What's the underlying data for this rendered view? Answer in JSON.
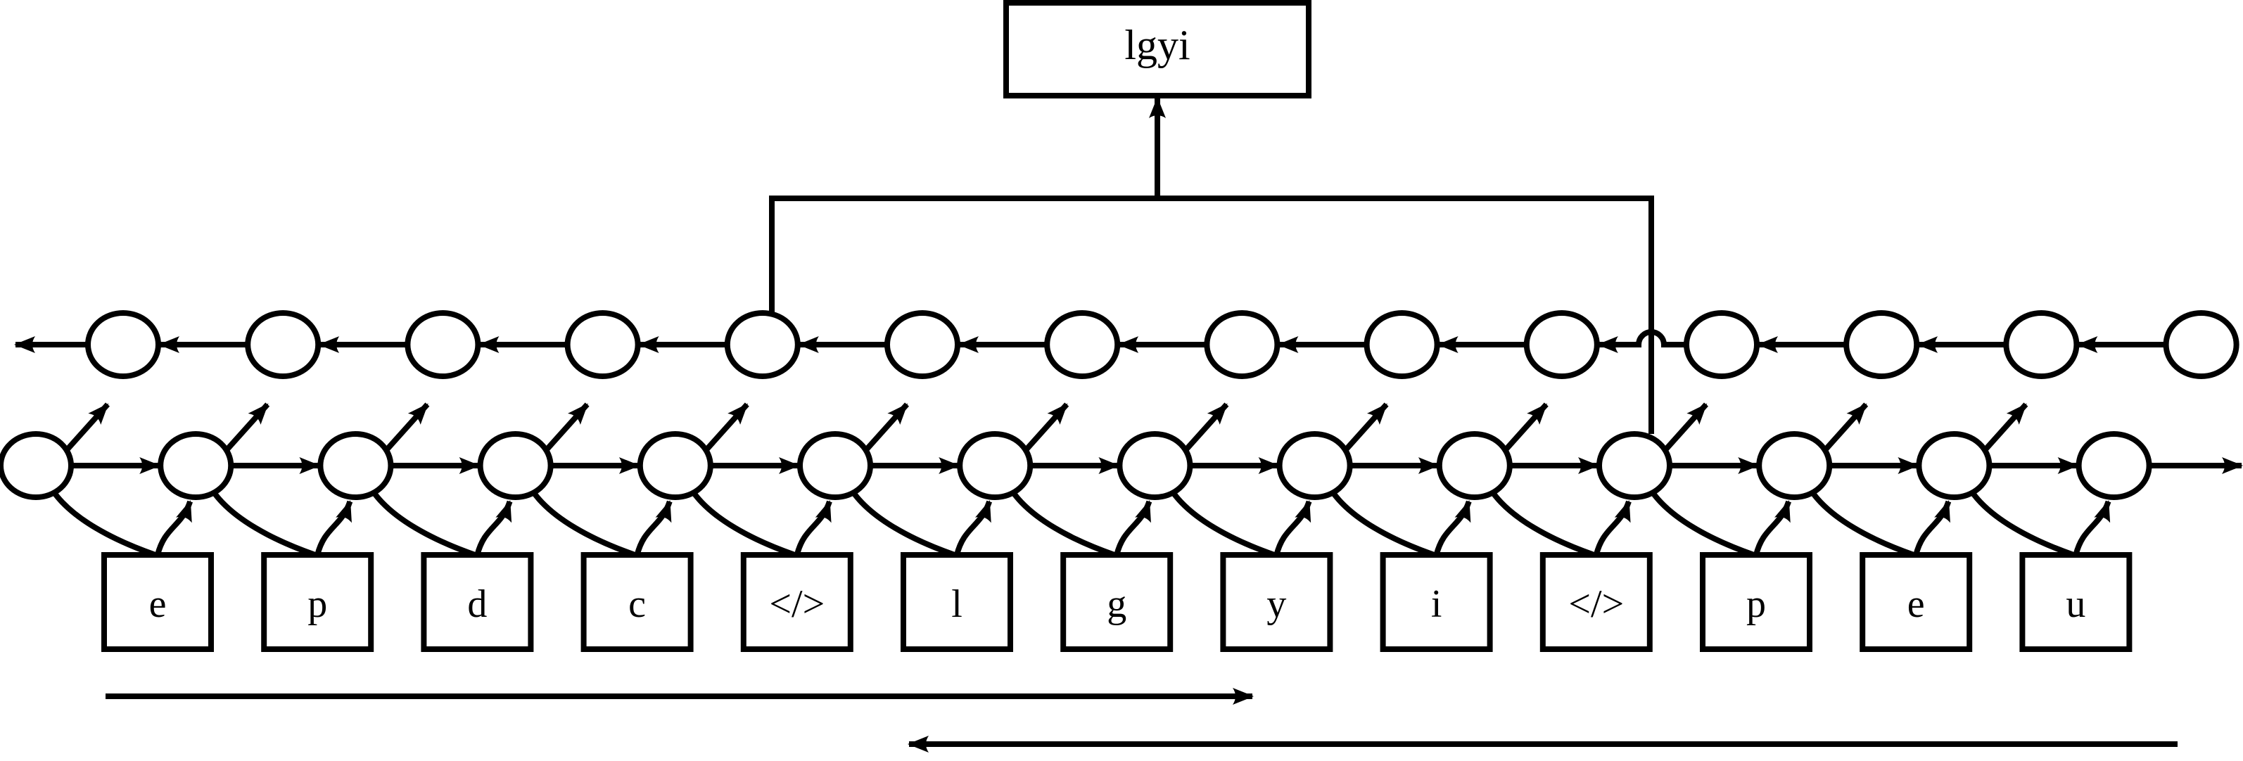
{
  "diagram": {
    "type": "bidirectional-rnn-span-extraction",
    "output": {
      "label": "lgyi"
    },
    "tokens": [
      "e",
      "p",
      "d",
      "c",
      "</>",
      "l",
      "g",
      "y",
      "i",
      "</>",
      "p",
      "e",
      "u"
    ],
    "span_markers": {
      "start_token_index": 4,
      "end_token_index": 9
    },
    "forward_layer": {
      "direction": "left-to-right",
      "node_count": 14
    },
    "backward_layer": {
      "direction": "right-to-left",
      "node_count": 14
    },
    "direction_arrows": [
      {
        "name": "forward-direction",
        "direction": "right"
      },
      {
        "name": "backward-direction",
        "direction": "left"
      }
    ],
    "colors": {
      "stroke": "#000000",
      "background": "#ffffff"
    }
  }
}
